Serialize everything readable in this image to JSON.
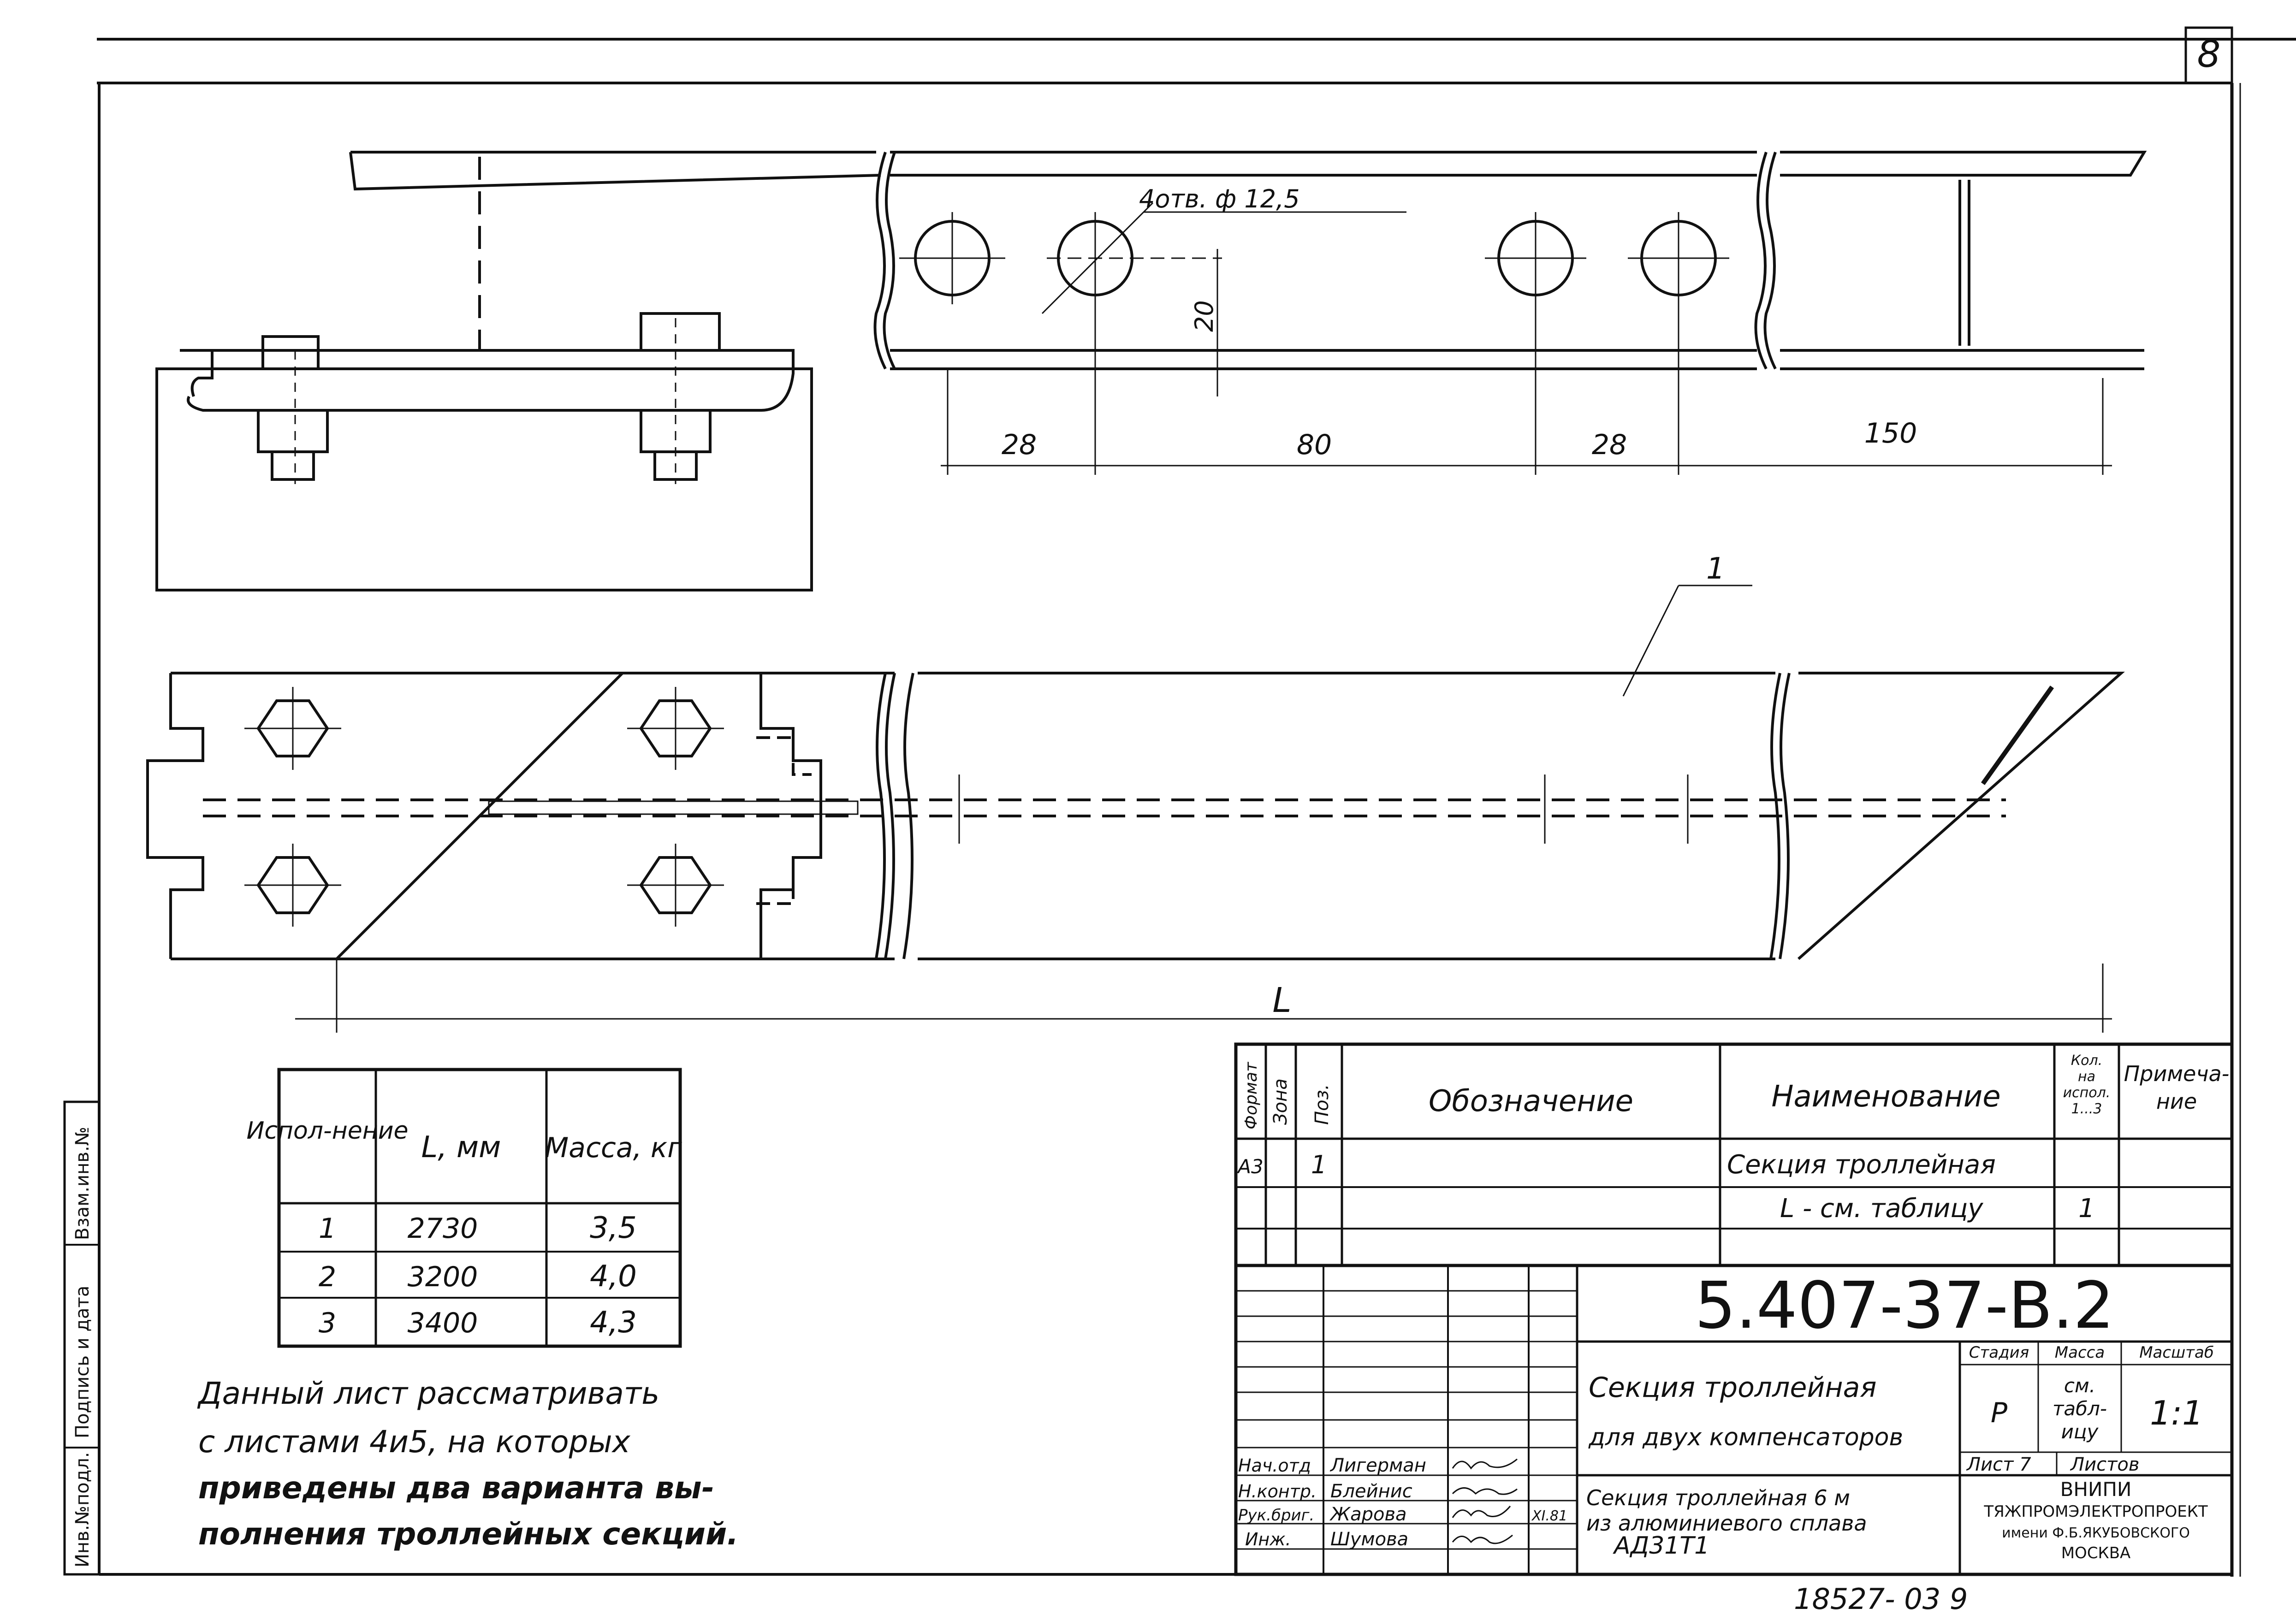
{
  "sheet": {
    "page_number": "8",
    "bottom_code": "18527- 03  9"
  },
  "drawing": {
    "holes_note": "4отв. ф 12,5",
    "dim_20": "20",
    "dim_28_a": "28",
    "dim_80": "80",
    "dim_28_b": "28",
    "dim_150": "150",
    "dim_L": "L",
    "position_1": "1"
  },
  "side_labels": {
    "inv_podl": "Инв.№подл.",
    "podpis_data": "Подпись и дата",
    "vzam_inv": "Взам.инв.№"
  },
  "variant_table": {
    "headers": [
      "Испол-нение",
      "L, мм",
      "Масса, кг"
    ],
    "rows": [
      [
        "1",
        "2730",
        "3,5"
      ],
      [
        "2",
        "3200",
        "4,0"
      ],
      [
        "3",
        "3400",
        "4,3"
      ]
    ]
  },
  "note": {
    "lines": [
      "Данный лист рассматривать",
      "с листами 4и5, на которых",
      "приведены два варианта вы-",
      "полнения троллейных секций."
    ]
  },
  "spec_table": {
    "headers": {
      "format": "Формат",
      "zone": "Зона",
      "pos": "Поз.",
      "designation": "Обозначение",
      "name": "Наименование",
      "qty_l1": "Кол.",
      "qty_l2": "на",
      "qty_l3": "испол.",
      "qty_l4": "1...3",
      "notes_l1": "Примеча-",
      "notes_l2": "ние"
    },
    "rows": [
      {
        "format": "А3",
        "zone": "",
        "pos": "1",
        "designation": "",
        "name": "Секция троллейная",
        "qty": "",
        "notes": ""
      },
      {
        "format": "",
        "zone": "",
        "pos": "",
        "designation": "",
        "name": "L - см. таблицу",
        "qty": "1",
        "notes": ""
      }
    ]
  },
  "title_block": {
    "doc_number": "5.407-37-В.2",
    "title_l1": "Секция троллейная",
    "title_l2": "для двух компенсаторов",
    "stage_label": "Стадия",
    "mass_label": "Масса",
    "scale_label": "Масштаб",
    "stage": "Р",
    "mass_l1": "см.",
    "mass_l2": "табл-",
    "mass_l3": "ицу",
    "scale": "1:1",
    "sheet_label": "Лист 7",
    "sheets_label": "Листов",
    "signatures": [
      {
        "role": "Нач.отд",
        "name": "Лигерман"
      },
      {
        "role": "Н.контр.",
        "name": "Блейнис"
      },
      {
        "role": "Рук.бриг.",
        "name": "Жарова"
      },
      {
        "role": "Инж.",
        "name": "Шумова"
      }
    ],
    "date": "XI.81",
    "material_l1": "Секция троллейная 6 м",
    "material_l2": "из алюминиевого сплава",
    "material_l3": "АД31Т1",
    "org_l1": "ВНИПИ",
    "org_l2": "ТЯЖПРОМЭЛЕКТРОПРОЕКТ",
    "org_l3": "имени Ф.Б.ЯКУБОВСКОГО",
    "org_l4": "МОСКВА"
  }
}
